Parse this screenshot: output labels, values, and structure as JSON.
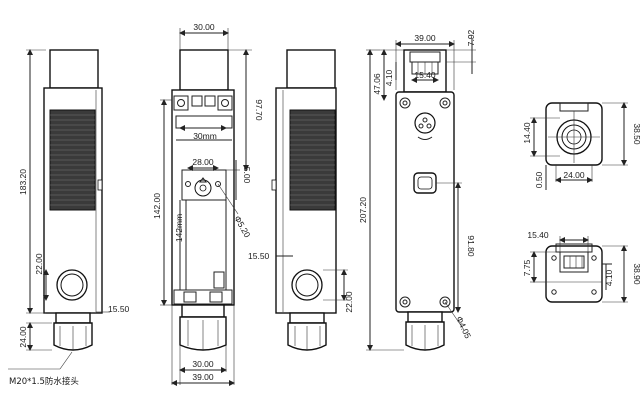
{
  "labels": {
    "v1_height": "183.20",
    "v1_hole_h": "22.00",
    "v1_side": "15.50",
    "v1_gland": "24.00",
    "v1_caption": "M20*1.5防水接头",
    "v2_top_w": "30.00",
    "v2_97": "97.70",
    "v2_30mm": "30mm",
    "v2_28": "28.00",
    "v2_5": "5.00",
    "v2_142": "142.00",
    "v2_142mm": "142mm",
    "v2_phi": "Φ5.20",
    "v2_bot30": "30.00",
    "v2_bot39": "39.00",
    "v3_15_50": "15.50",
    "v3_22": "22.00",
    "v4_39": "39.00",
    "v4_792": "7.92",
    "v4_4706": "47.06",
    "v4_410": "4.10",
    "v4_1540": "15.40",
    "v4_20720": "207.20",
    "v4_9180": "91.80",
    "v4_phi": "Φ4.05",
    "v5_1440": "14.40",
    "v5_3850": "38.50",
    "v5_050": "0.50",
    "v5_2400": "24.00",
    "v6_1540": "15.40",
    "v6_775": "7.75",
    "v6_410": "4.10",
    "v6_3890": "38.90"
  }
}
